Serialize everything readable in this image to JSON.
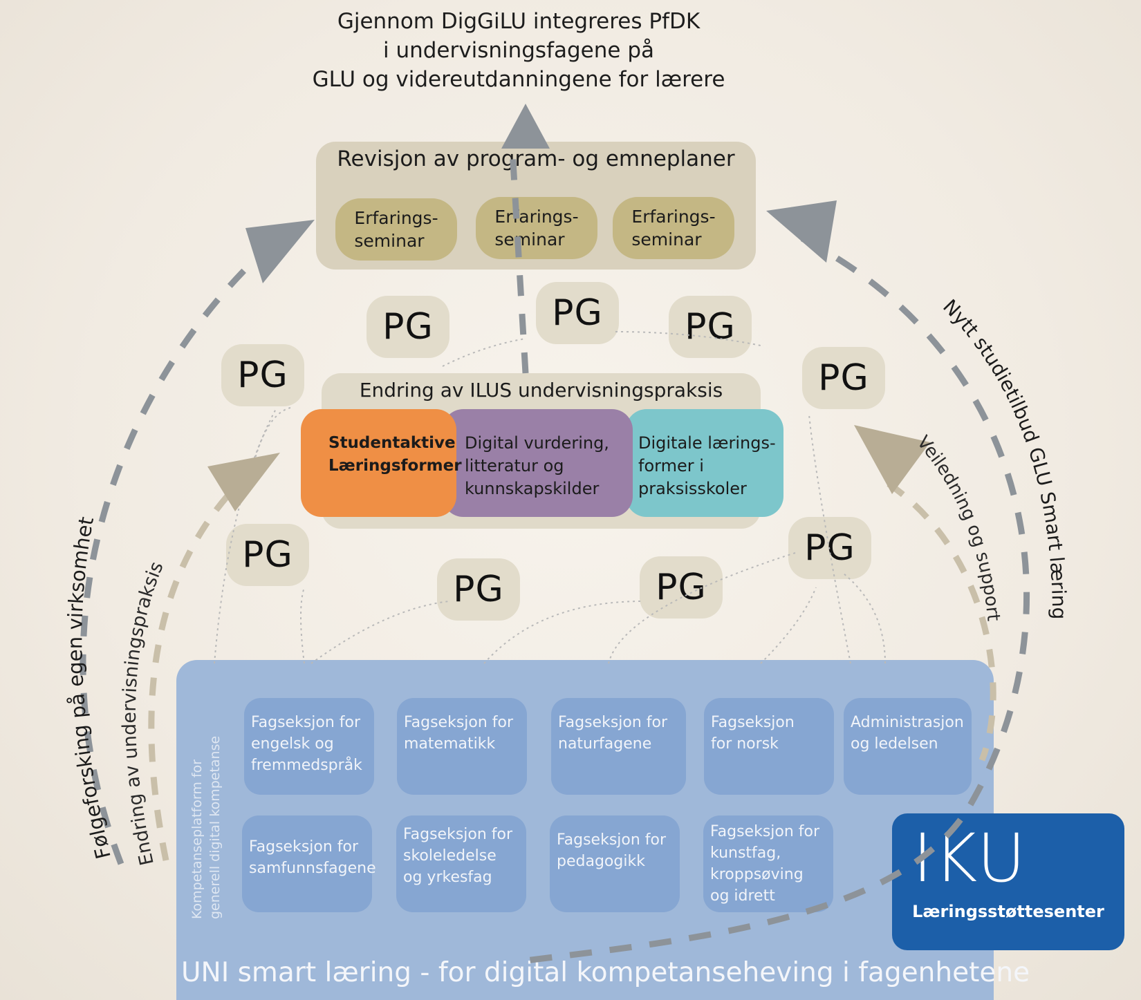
{
  "title_lines": [
    "Gjennom DigGiLU integreres PfDK",
    "i undervisningsfagene på",
    "GLU og videreutdanningene for lærere"
  ],
  "top_panel": {
    "title": "Revisjon av program- og emneplaner",
    "seminars": [
      {
        "line1": "Erfarings-",
        "line2": "seminar"
      },
      {
        "line1": "Erfarings-",
        "line2": "seminar"
      },
      {
        "line1": "Erfarings-",
        "line2": "seminar"
      }
    ]
  },
  "pg_label": "PG",
  "middle_panel": {
    "title": "Endring av ILUS undervisningspraksis",
    "sub": [
      {
        "lines": [
          "Studentaktive",
          "Læringsformer"
        ]
      },
      {
        "lines": [
          "Digital vurdering,",
          "litteratur og",
          "kunnskapskilder"
        ]
      },
      {
        "lines": [
          "Digitale lærings-",
          "former i",
          "praksisskoler"
        ]
      }
    ]
  },
  "bottom_panel": {
    "title": "UNI smart læring - for digital kompetanseheving i fagenhetene",
    "platform_lines": [
      "Kompetanseplatform for",
      "generell digital kompetanse"
    ],
    "sections": [
      {
        "lines": [
          "Fagseksjon for",
          "engelsk og",
          "fremmedspråk"
        ]
      },
      {
        "lines": [
          "Fagseksjon for",
          "matematikk"
        ]
      },
      {
        "lines": [
          "Fagseksjon for",
          "naturfagene"
        ]
      },
      {
        "lines": [
          "Fagseksjon",
          "for norsk"
        ]
      },
      {
        "lines": [
          "Administrasjon",
          "og ledelsen"
        ]
      },
      {
        "lines": [
          "Fagseksjon for",
          "samfunnsfagene"
        ]
      },
      {
        "lines": [
          "Fagseksjon for",
          "skoleledelse",
          "og yrkesfag"
        ]
      },
      {
        "lines": [
          "Fagseksjon for",
          "pedagogikk"
        ]
      },
      {
        "lines": [
          "Fagseksjon for",
          "kunstfag,",
          "kroppsøving",
          "og idrett"
        ]
      }
    ]
  },
  "logo": {
    "name": "IKU",
    "subtitle": "Læringsstøttesenter"
  },
  "arc_labels": {
    "left_outer": "Følgeforsking på egen virksomhet",
    "left_inner": "Endring av undervisningspraksis",
    "right_outer": "Nytt studietilbud GLU Smart læring",
    "right_inner": "Veiledning og support"
  },
  "colors": {
    "orange": "#ef8f45",
    "purple": "#9a80a7",
    "teal": "#7dc6cb",
    "platform_blue": "#9fb8d9",
    "section_blue": "#86a6d2",
    "iku_blue": "#1c5fa9",
    "tan": "#d9d1bd",
    "seminar": "#c4b784",
    "arrow_grey": "#8d9399",
    "arrow_tan": "#b8ad95"
  }
}
